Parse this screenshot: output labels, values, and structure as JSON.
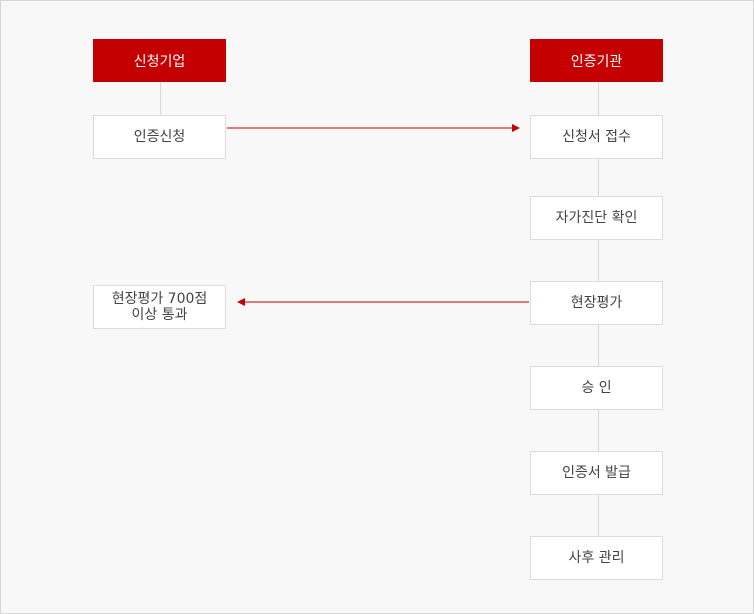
{
  "applicant": {
    "header": "신청기업",
    "steps": [
      "인증신청",
      "현장평가 700점\n이상 통과"
    ]
  },
  "certifier": {
    "header": "인증기관",
    "steps": [
      "신청서 접수",
      "자가진단 확인",
      "현장평가",
      "승 인",
      "인증서 발급",
      "사후 관리"
    ]
  },
  "colors": {
    "header_bg": "#c40000",
    "arrow": "#c40000",
    "box_border": "#dcdcdc",
    "connector": "#d9d9d9"
  }
}
